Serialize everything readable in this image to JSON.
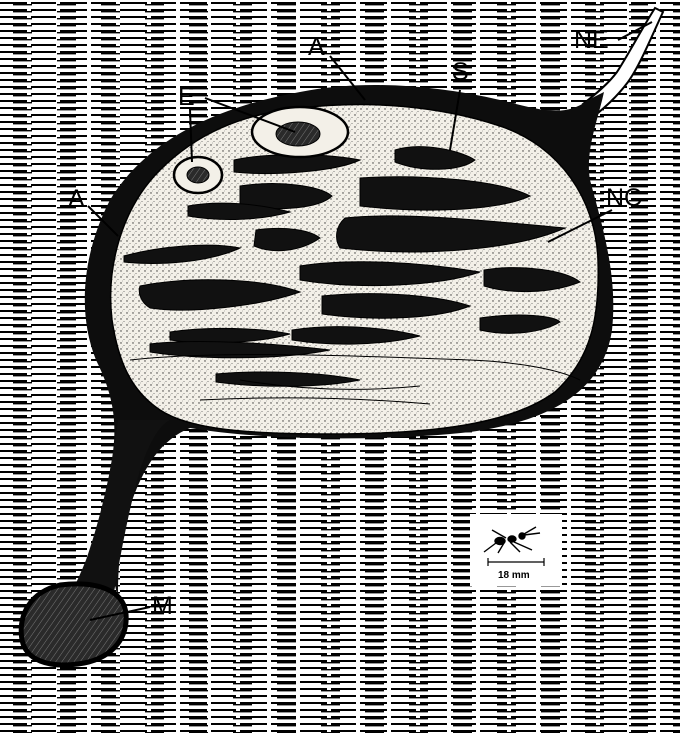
{
  "labels": {
    "a_top": "A",
    "a_left": "A",
    "s": "S",
    "e": "E",
    "ne": "NE",
    "nc": "NC",
    "m": "M"
  },
  "scale_bar": {
    "text": "18 mm"
  },
  "colors": {
    "ink": "#000000",
    "paper": "#ffffff",
    "fungus": "#f3f0e8"
  }
}
